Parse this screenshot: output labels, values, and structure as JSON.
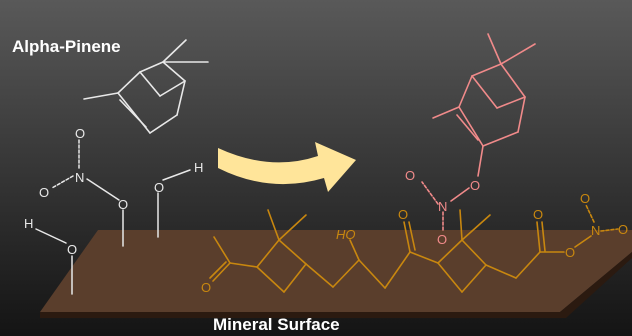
{
  "title": "Alpha-Pinene",
  "surface_label": "Mineral Surface",
  "colors": {
    "background_top": "#595959",
    "background_bottom": "#141414",
    "left_molecules": "#e8e8e8",
    "product_molecule": "#f08a8a",
    "surface_molecule": "#c8870f",
    "surface_fill": "#5a3e2c",
    "surface_edge": "#2b1a10",
    "arrow": "#ffe59a",
    "text": "#ffffff"
  },
  "atoms": {
    "nitrate_o_top": "O",
    "nitrate_n": "N",
    "nitrate_o_left": "O",
    "nitrate_o_bottom": "O",
    "hydroxyl_h_left": "H",
    "hydroxyl_o_left": "O",
    "hydroxyl_o_right": "O",
    "hydroxyl_h_right": "H",
    "product_o_link": "O",
    "product_n": "N",
    "product_o_left": "O",
    "product_o_bottom": "O",
    "surface_ketone_o_left": "O",
    "surface_ho": "HO",
    "surface_ketone_o_mid": "O",
    "surface_ester_o_carbonyl": "O",
    "surface_ester_o_link": "O",
    "surface_n": "N",
    "surface_o_right": "O",
    "surface_o_top": "O"
  }
}
